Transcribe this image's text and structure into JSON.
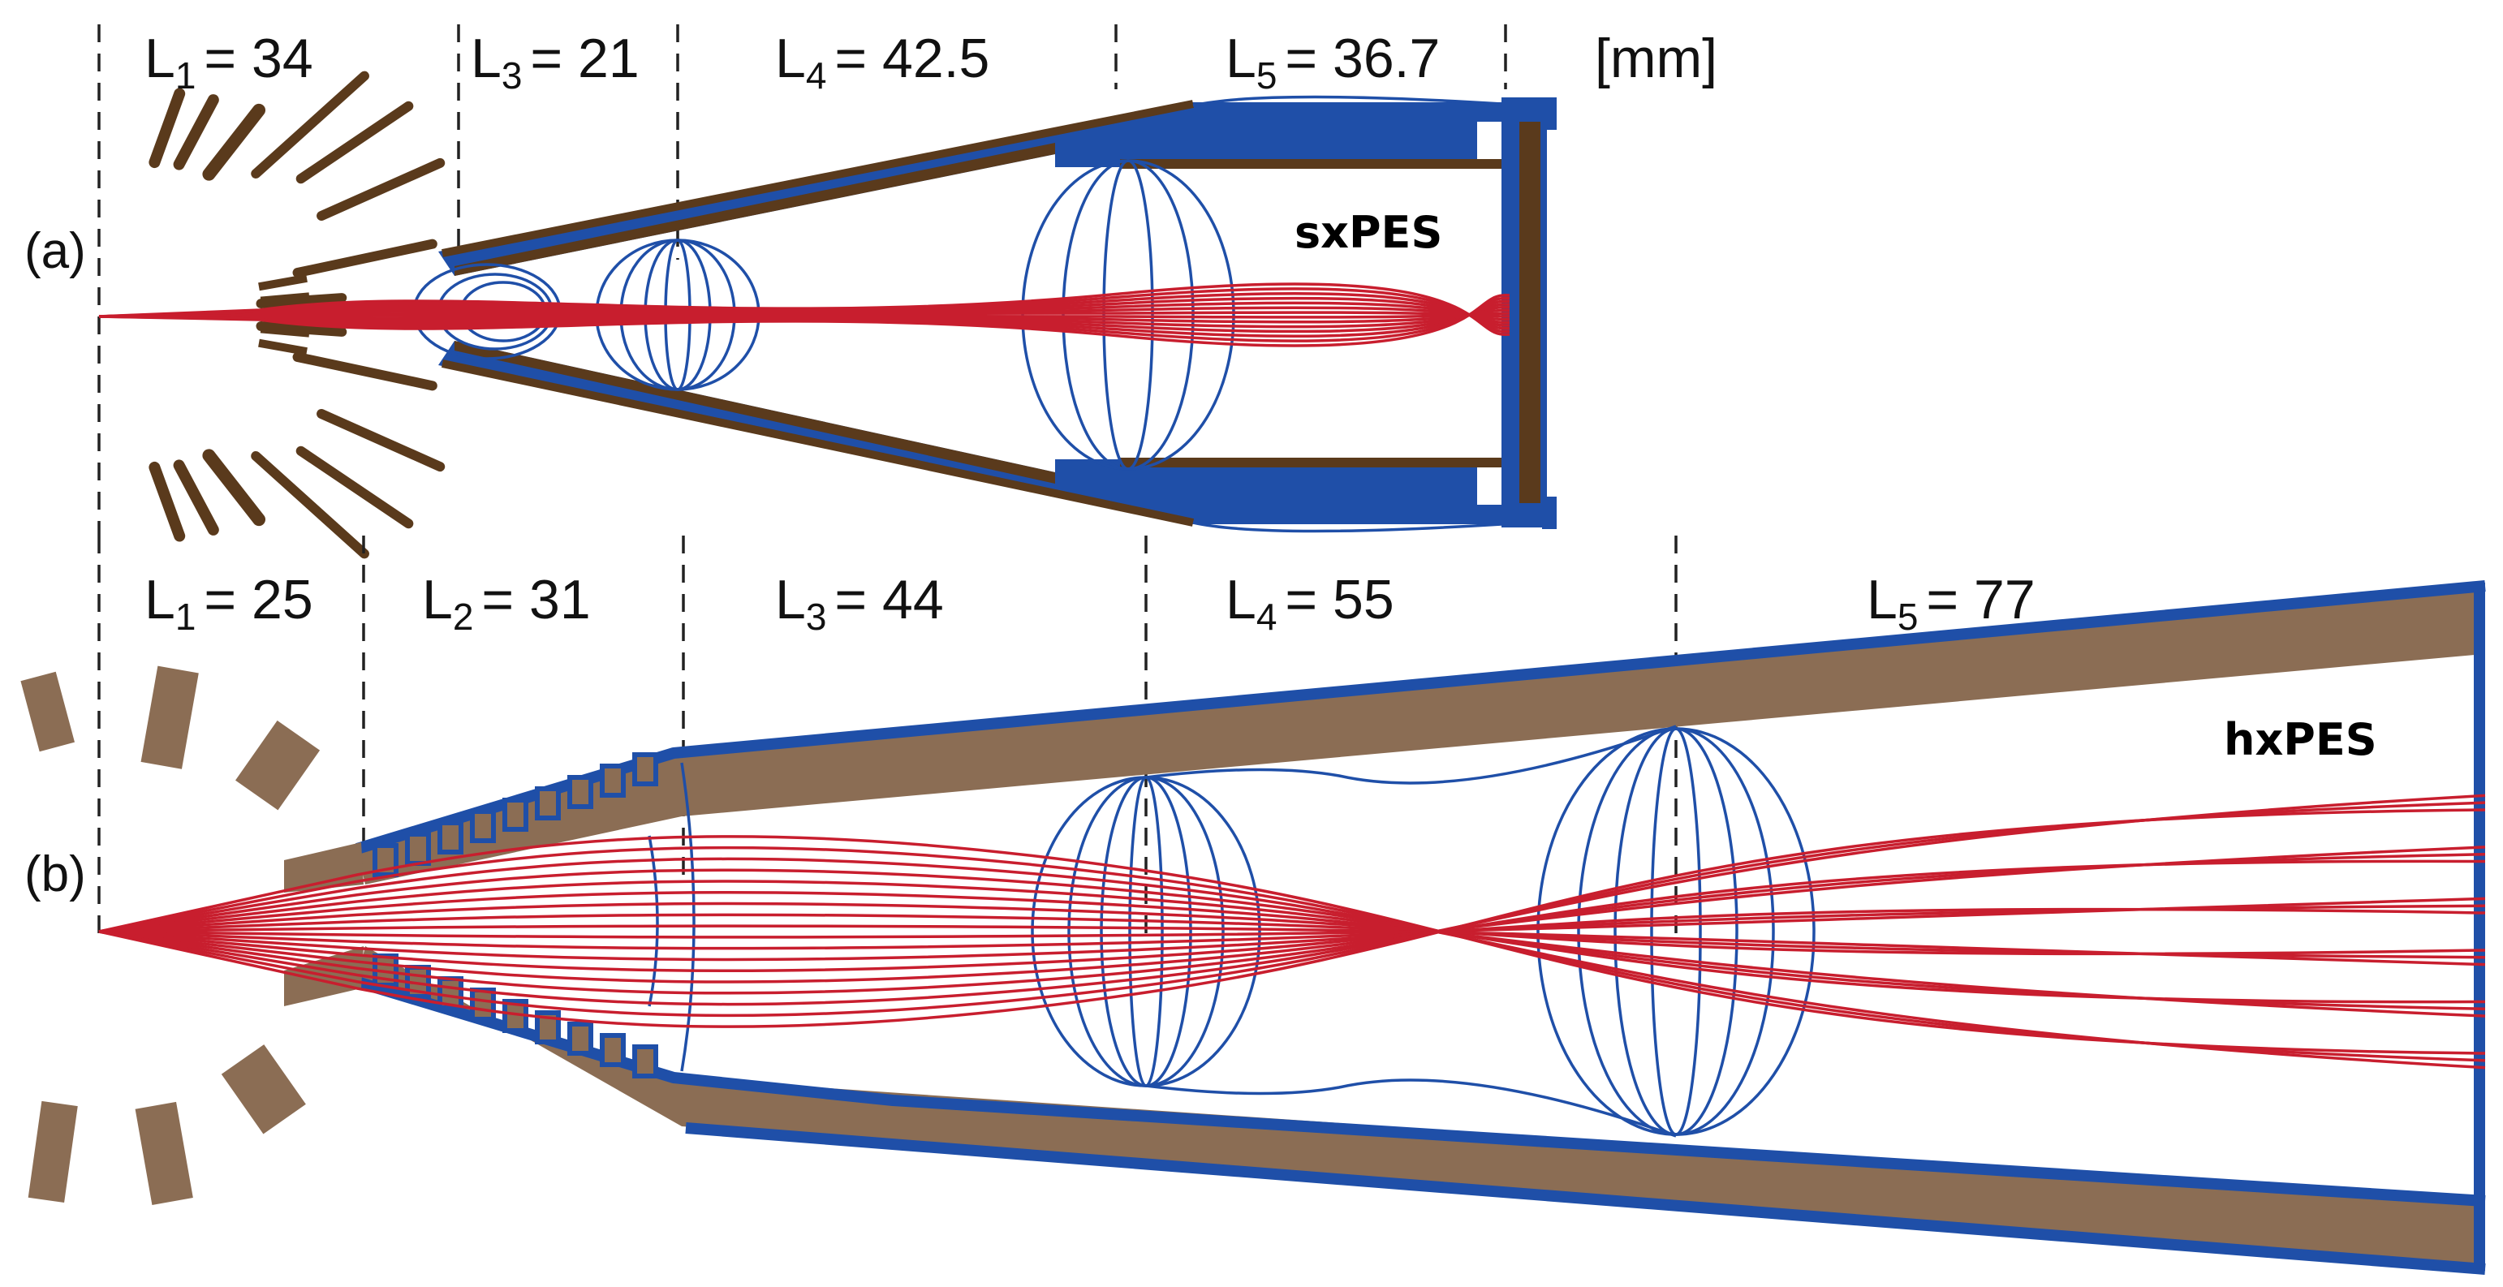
{
  "unit": "[mm]",
  "panel_a": {
    "tag": "(a)",
    "name": "sxPES",
    "segments": [
      {
        "letter": "L",
        "sub": "1",
        "value": "= 34"
      },
      {
        "letter": "L",
        "sub": "3",
        "value": "= 21"
      },
      {
        "letter": "L",
        "sub": "4",
        "value": "= 42.5"
      },
      {
        "letter": "L",
        "sub": "5",
        "value": "= 36.7"
      }
    ]
  },
  "panel_b": {
    "tag": "(b)",
    "name": "hxPES",
    "segments": [
      {
        "letter": "L",
        "sub": "1",
        "value": "= 25"
      },
      {
        "letter": "L",
        "sub": "2",
        "value": "= 31"
      },
      {
        "letter": "L",
        "sub": "3",
        "value": "= 44"
      },
      {
        "letter": "L",
        "sub": "4",
        "value": "= 55"
      },
      {
        "letter": "L",
        "sub": "5",
        "value": "= 77"
      }
    ]
  },
  "colors": {
    "electrode_dark": "#5a3a1c",
    "electrode_tan": "#8b6d54",
    "equipotential_blue": "#1f4fa8",
    "trajectory_red": "#c81e2e"
  }
}
